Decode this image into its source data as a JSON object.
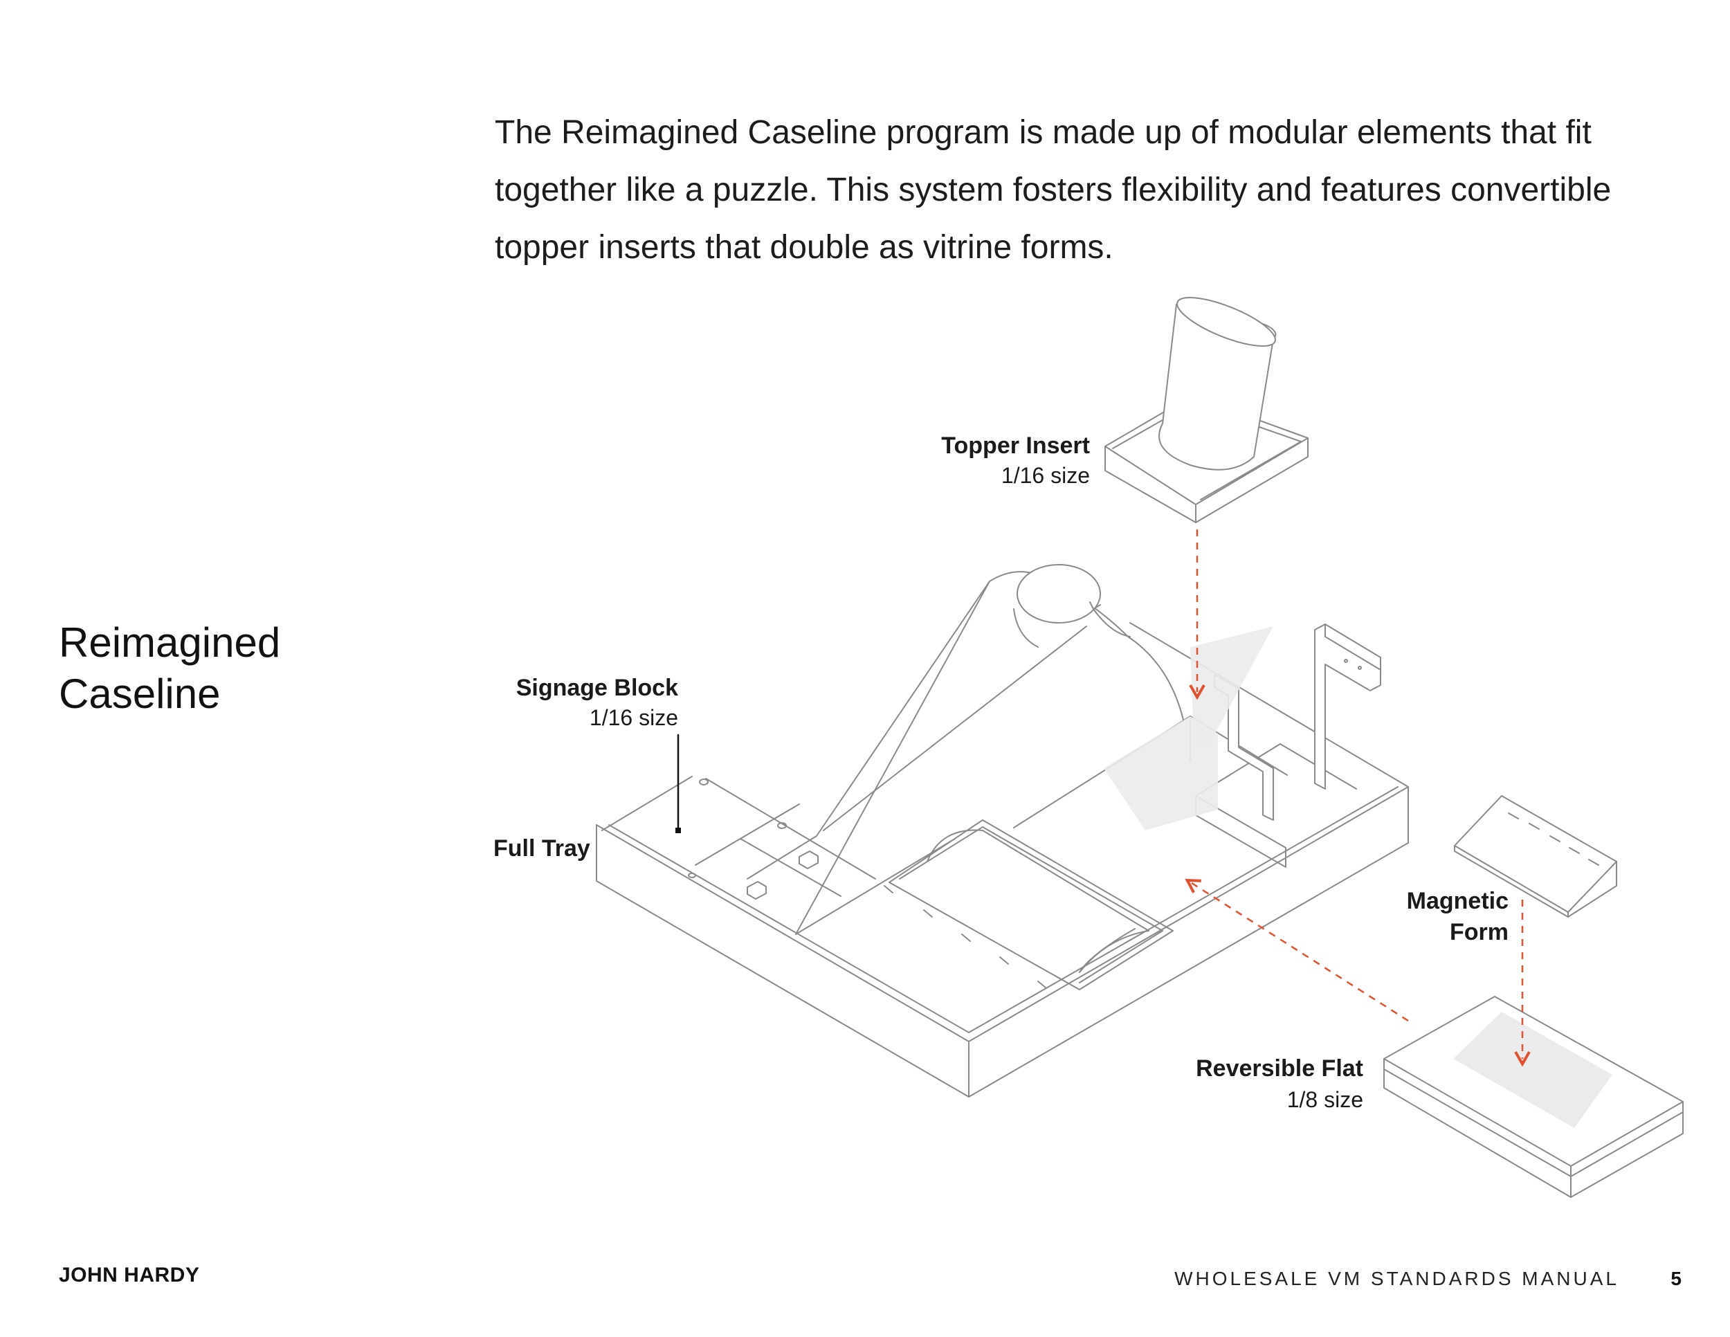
{
  "intro": {
    "lines": [
      "The Reimagined Caseline program is made up of modular elements that fit",
      "together like a puzzle.  This system fosters flexibility and features convertible",
      "topper inserts that double as vitrine forms."
    ]
  },
  "section": {
    "title_line1": "Reimagined",
    "title_line2": "Caseline"
  },
  "labels": {
    "topper_insert": {
      "name": "Topper Insert",
      "size": "1/16 size"
    },
    "signage_block": {
      "name": "Signage Block",
      "size": "1/16 size"
    },
    "full_tray": {
      "name": "Full Tray"
    },
    "magnetic_form": {
      "name_line1": "Magnetic",
      "name_line2": "Form"
    },
    "reversible_flat": {
      "name": "Reversible Flat",
      "size": "1/8 size"
    }
  },
  "footer": {
    "brand": "JOHN HARDY",
    "manual": "WHOLESALE VM STANDARDS MANUAL",
    "page": "5"
  },
  "colors": {
    "line": "#8a8a8a",
    "accent": "#e0512e",
    "shade": "#ebebeb",
    "text": "#1a1a1a"
  }
}
